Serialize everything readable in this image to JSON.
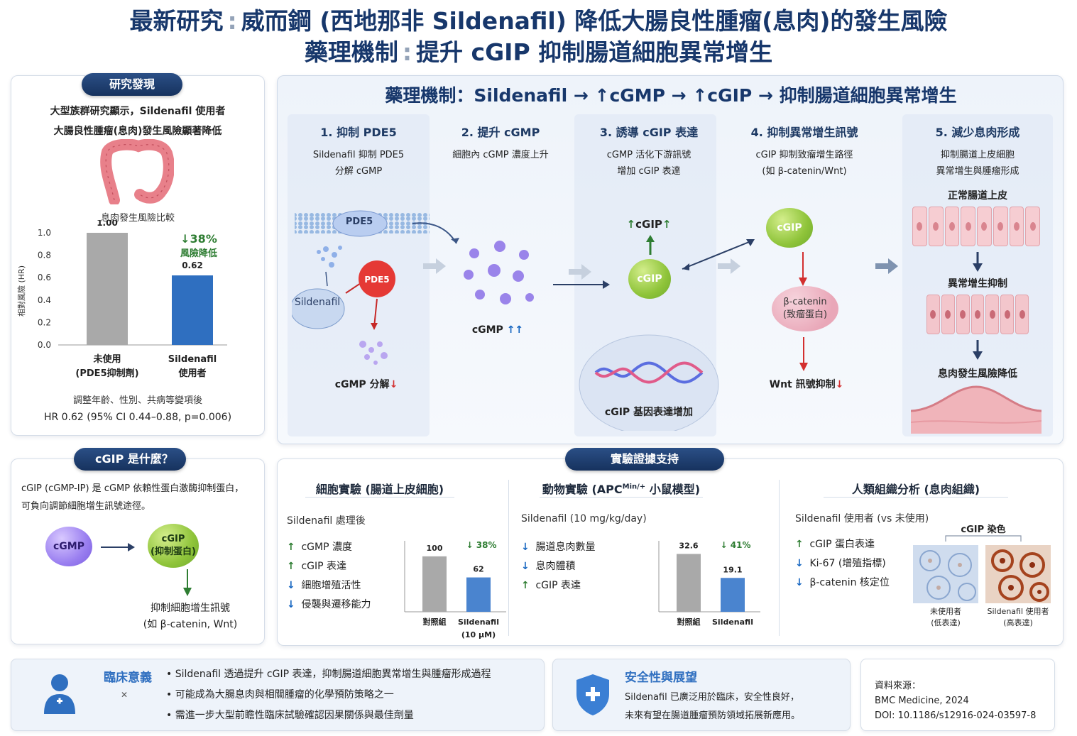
{
  "title": {
    "line1_a": "最新研究",
    "line1_b": "威而鋼 (西地那非 Sildenafil) 降低大腸良性腫瘤(息肉)的發生風險",
    "line2_a": "藥理機制",
    "line2_b": "提升 cGIP 抑制腸道細胞異常增生",
    "sep": ":"
  },
  "findings": {
    "pill": "研究發現",
    "text1": "大型族群研究顯示，Sildenafil 使用者",
    "text2": "大腸良性腫瘤(息肉)發生風險顯著降低",
    "chart_title": "息肉發生風險比較",
    "footnote1": "調整年齡、性別、共病等變項後",
    "footnote2": "HR 0.62 (95% CI 0.44–0.88, p=0.006)"
  },
  "chart_data": [
    {
      "type": "bar",
      "title": "息肉發生風險比較",
      "ylabel": "相對風險 (HR)",
      "categories": [
        "未使用 (PDE5抑制劑)",
        "Sildenafil 使用者"
      ],
      "category_line1": [
        "未使用",
        "Sildenafil"
      ],
      "category_line2": [
        "(PDE5抑制劑)",
        "使用者"
      ],
      "values": [
        1.0,
        0.62
      ],
      "value_labels": [
        "1.00",
        "0.62"
      ],
      "ylim": [
        0,
        1.0
      ],
      "yticks": [
        "0.0",
        "0.2",
        "0.4",
        "0.6",
        "0.8",
        "1.0"
      ],
      "colors": [
        "#a9a9a9",
        "#2f6fc0"
      ],
      "annotation_pct": "↓38%",
      "annotation_text": "風險降低"
    },
    {
      "type": "bar",
      "title": "",
      "categories": [
        "對照組",
        "Sildenafil (10 μM)"
      ],
      "category_line1": [
        "對照組",
        "Sildenafil"
      ],
      "category_line2": [
        "",
        "(10 μM)"
      ],
      "values": [
        100,
        62
      ],
      "value_labels": [
        "100",
        "62"
      ],
      "colors": [
        "#a9a9a9",
        "#4a84cf"
      ],
      "annotation_pct": "↓ 38%"
    },
    {
      "type": "bar",
      "title": "",
      "categories": [
        "對照組",
        "Sildenafil"
      ],
      "category_line1": [
        "對照組",
        "Sildenafil"
      ],
      "category_line2": [
        "",
        ""
      ],
      "values": [
        32.6,
        19.1
      ],
      "value_labels": [
        "32.6",
        "19.1"
      ],
      "colors": [
        "#a9a9a9",
        "#4a84cf"
      ],
      "annotation_pct": "↓ 41%"
    }
  ],
  "mechanism": {
    "title": "藥理機制：Sildenafil → ↑cGMP → ↑cGIP → 抑制腸道細胞異常增生",
    "steps": [
      {
        "title": "1. 抑制 PDE5",
        "desc1": "Sildenafil 抑制 PDE5",
        "desc2": "分解 cGMP"
      },
      {
        "title": "2. 提升 cGMP",
        "desc1": "細胞內 cGMP 濃度上升",
        "desc2": ""
      },
      {
        "title": "3. 誘導 cGIP 表達",
        "desc1": "cGMP 活化下游訊號",
        "desc2": "增加 cGIP 表達"
      },
      {
        "title": "4. 抑制異常增生訊號",
        "desc1": "cGIP 抑制致瘤增生路徑",
        "desc2": "(如 β-catenin/Wnt)"
      },
      {
        "title": "5. 減少息肉形成",
        "desc1": "抑制腸道上皮細胞",
        "desc2": "異常增生與腫瘤形成"
      }
    ],
    "pde5": "PDE5",
    "sildenafil": "Sildenafil",
    "cgmp_breakdown": "cGMP 分解",
    "cgmp_up": "cGMP",
    "cgip": "cGIP",
    "cgip_up": "cGIP",
    "gene_expr": "cGIP 基因表達增加",
    "beta_catenin": "β-catenin",
    "beta_catenin_sub": "(致瘤蛋白)",
    "wnt": "Wnt 訊號抑制",
    "normal": "正常腸道上皮",
    "abnormal": "異常增生抑制",
    "polyp": "息肉發生風險降低"
  },
  "cgip_def": {
    "pill": "cGIP 是什麼？",
    "text1": "cGIP (cGMP-IP) 是 cGMP 依賴性蛋白激酶抑制蛋白，",
    "text2": "可負向調節細胞增生訊號途徑。",
    "cgmp": "cGMP",
    "cgip": "cGIP",
    "cgip_sub": "(抑制蛋白)",
    "result1": "抑制細胞增生訊號",
    "result2": "(如 β-catenin, Wnt)"
  },
  "evidence": {
    "pill": "實驗證據支持",
    "cell": {
      "title": "細胞實驗 (腸道上皮細胞)",
      "sub": "Sildenafil 處理後",
      "items": [
        {
          "arrow": "↑",
          "text": "cGMP 濃度"
        },
        {
          "arrow": "↑",
          "text": "cGIP 表達"
        },
        {
          "arrow": "↓",
          "text": "細胞增殖活性"
        },
        {
          "arrow": "↓",
          "text": "侵襲與遷移能力"
        }
      ]
    },
    "animal": {
      "title": "動物實驗 (APCMin/+ 小鼠模型)",
      "sub": "Sildenafil (10 mg/kg/day)",
      "items": [
        {
          "arrow": "↓",
          "text": "腸道息肉數量"
        },
        {
          "arrow": "↓",
          "text": "息肉體積"
        },
        {
          "arrow": "↑",
          "text": "cGIP 表達"
        }
      ]
    },
    "human": {
      "title": "人類組織分析 (息肉組織)",
      "sub": "Sildenafil 使用者 (vs 未使用)",
      "items": [
        {
          "arrow": "↑",
          "text": "cGIP 蛋白表達"
        },
        {
          "arrow": "↓",
          "text": "Ki-67 (增殖指標)"
        },
        {
          "arrow": "↓",
          "text": "β-catenin 核定位"
        }
      ],
      "stain": "cGIP 染色",
      "img1_a": "未使用者",
      "img1_b": "(低表達)",
      "img2_a": "Sildenafil 使用者",
      "img2_b": "(高表達)"
    }
  },
  "clinical": {
    "title": "臨床意義",
    "bullets": [
      "Sildenafil 透過提升 cGIP 表達，抑制腸道細胞異常增生與腫瘤形成過程",
      "可能成為大腸息肉與相關腫瘤的化學預防策略之一",
      "需進一步大型前瞻性臨床試驗確認因果關係與最佳劑量"
    ]
  },
  "safety": {
    "title": "安全性與展望",
    "text1": "Sildenafil 已廣泛用於臨床，安全性良好，",
    "text2": "未來有望在腸道腫瘤預防領域拓展新應用。"
  },
  "source": {
    "label": "資料來源：",
    "journal": "BMC Medicine, 2024",
    "doi": "DOI: 10.1186/s12916-024-03597-8"
  },
  "colors": {
    "navy": "#17376b",
    "green": "#2e7d32",
    "red": "#d32f2f",
    "blue": "#2f6fc0",
    "gray_bar": "#a9a9a9"
  }
}
